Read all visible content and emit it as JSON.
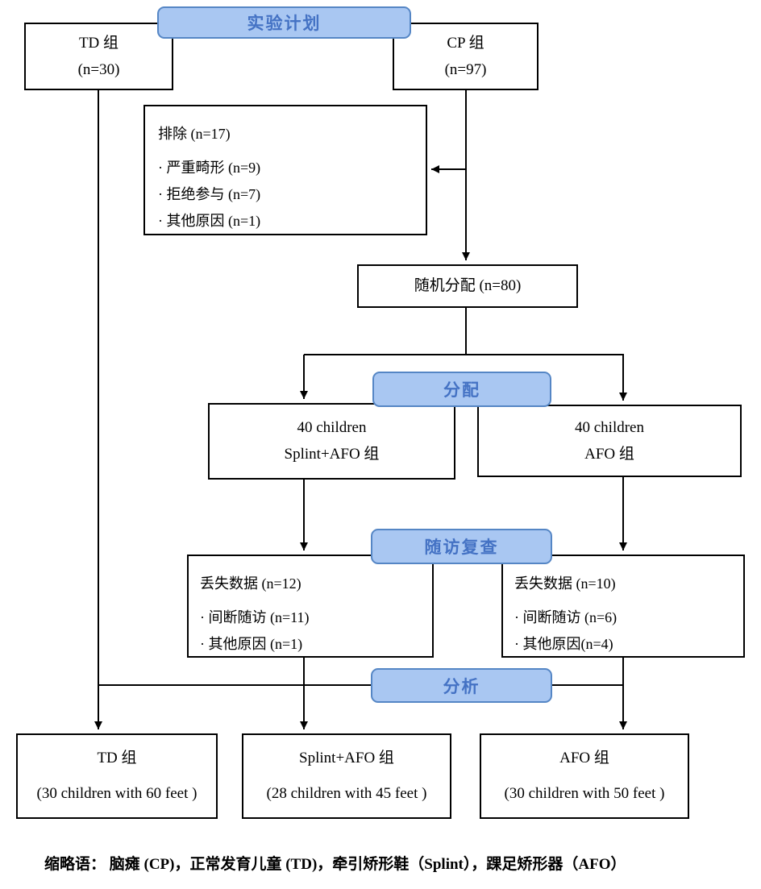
{
  "stages": {
    "plan": "实验计划",
    "allocation": "分配",
    "followup": "随访复查",
    "analysis": "分析"
  },
  "boxes": {
    "td_top": {
      "line1": "TD 组",
      "line2": "(n=30)"
    },
    "cp_top": {
      "line1": "CP 组",
      "line2": "(n=97)"
    },
    "exclusion": {
      "title": "排除 (n=17)",
      "items": [
        "· 严重畸形 (n=9)",
        "· 拒绝参与 (n=7)",
        "· 其他原因 (n=1)"
      ]
    },
    "randomized": {
      "label": "随机分配 (n=80)"
    },
    "splint_alloc": {
      "line1": "40 children",
      "line2": "Splint+AFO 组"
    },
    "afo_alloc": {
      "line1": "40 children",
      "line2": "AFO 组"
    },
    "splint_lost": {
      "title": "丢失数据 (n=12)",
      "items": [
        "· 间断随访 (n=11)",
        "· 其他原因 (n=1)"
      ]
    },
    "afo_lost": {
      "title": "丢失数据 (n=10)",
      "items": [
        "· 间断随访 (n=6)",
        "· 其他原因(n=4)"
      ]
    },
    "td_final": {
      "line1": "TD 组",
      "line2": "(30 children with 60 feet )"
    },
    "splint_final": {
      "line1": "Splint+AFO 组",
      "line2": "(28 children with 45 feet )"
    },
    "afo_final": {
      "line1": "AFO 组",
      "line2": "(30 children with 50 feet )"
    }
  },
  "footer": "缩略语： 脑瘫 (CP)，正常发育儿童 (TD)，牵引矫形鞋（Splint），踝足矫形器（AFO）",
  "colors": {
    "stage_fill": "#A9C7F2",
    "stage_border": "#5586C5",
    "stage_text": "#4472C4"
  }
}
